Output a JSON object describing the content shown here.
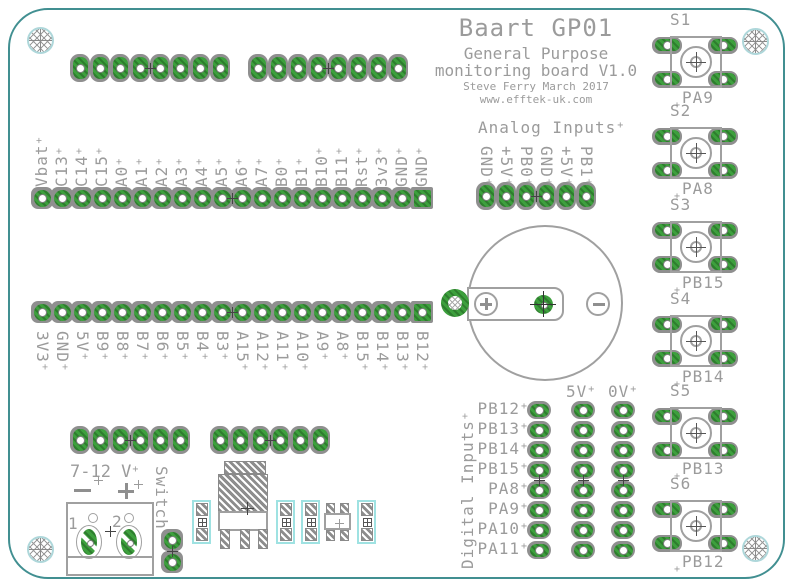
{
  "colors": {
    "board_outline": "#418f91",
    "silkscreen": "#9b9b9b",
    "pad_green": "#3da03d",
    "pad_green_dark": "#2e7d2e",
    "pad_ring": "#8f8f8f",
    "smd_courtyard_cyan": "#9fe2e2",
    "mount_hole_cyan": "#aed7da"
  },
  "title_block": {
    "title": "Baart GP01",
    "subtitle_line1": "General Purpose",
    "subtitle_line2": "monitoring board V1.0",
    "author": "Steve Ferry March 2017",
    "website": "www.efftek-uk.com"
  },
  "headers": {
    "top_row_pins": [
      "Vbat",
      "C13",
      "C14",
      "C15",
      "A0",
      "A1",
      "A2",
      "A3",
      "A4",
      "A5",
      "A6",
      "A7",
      "B0",
      "B1",
      "B10",
      "B11",
      "Rst",
      "3v3",
      "GND",
      "GND"
    ],
    "bottom_row_pins": [
      "3V3",
      "GND",
      "5V",
      "B9",
      "B8",
      "B7",
      "B6",
      "B5",
      "B4",
      "B3",
      "A15",
      "A12",
      "A11",
      "A10",
      "A9",
      "A8",
      "B15",
      "B14",
      "B13",
      "B12"
    ]
  },
  "analog": {
    "title": "Analog Inputs",
    "pins": [
      "GND",
      "+5V",
      "PB0",
      "GND",
      "+5V",
      "PB1"
    ]
  },
  "digital": {
    "title": "Digital Inputs",
    "column_headers": [
      "5V",
      "0V"
    ],
    "pins": [
      "PB12",
      "PB13",
      "PB14",
      "PB15",
      "PA8",
      "PA9",
      "PA10",
      "PA11"
    ]
  },
  "buttons": [
    {
      "ref": "S1",
      "pin": "PA9"
    },
    {
      "ref": "S2",
      "pin": "PA8"
    },
    {
      "ref": "S3",
      "pin": "PB15"
    },
    {
      "ref": "S4",
      "pin": "PB14"
    },
    {
      "ref": "S5",
      "pin": "PB13"
    },
    {
      "ref": "S6",
      "pin": "PB12"
    }
  ],
  "power": {
    "voltage_range": "7-12 V",
    "minus_symbol": "−",
    "plus_symbol": "+",
    "terminal_pins": [
      "1",
      "2"
    ],
    "switch_label": "Switch"
  },
  "battery": {
    "plus": "+",
    "minus": "−"
  }
}
